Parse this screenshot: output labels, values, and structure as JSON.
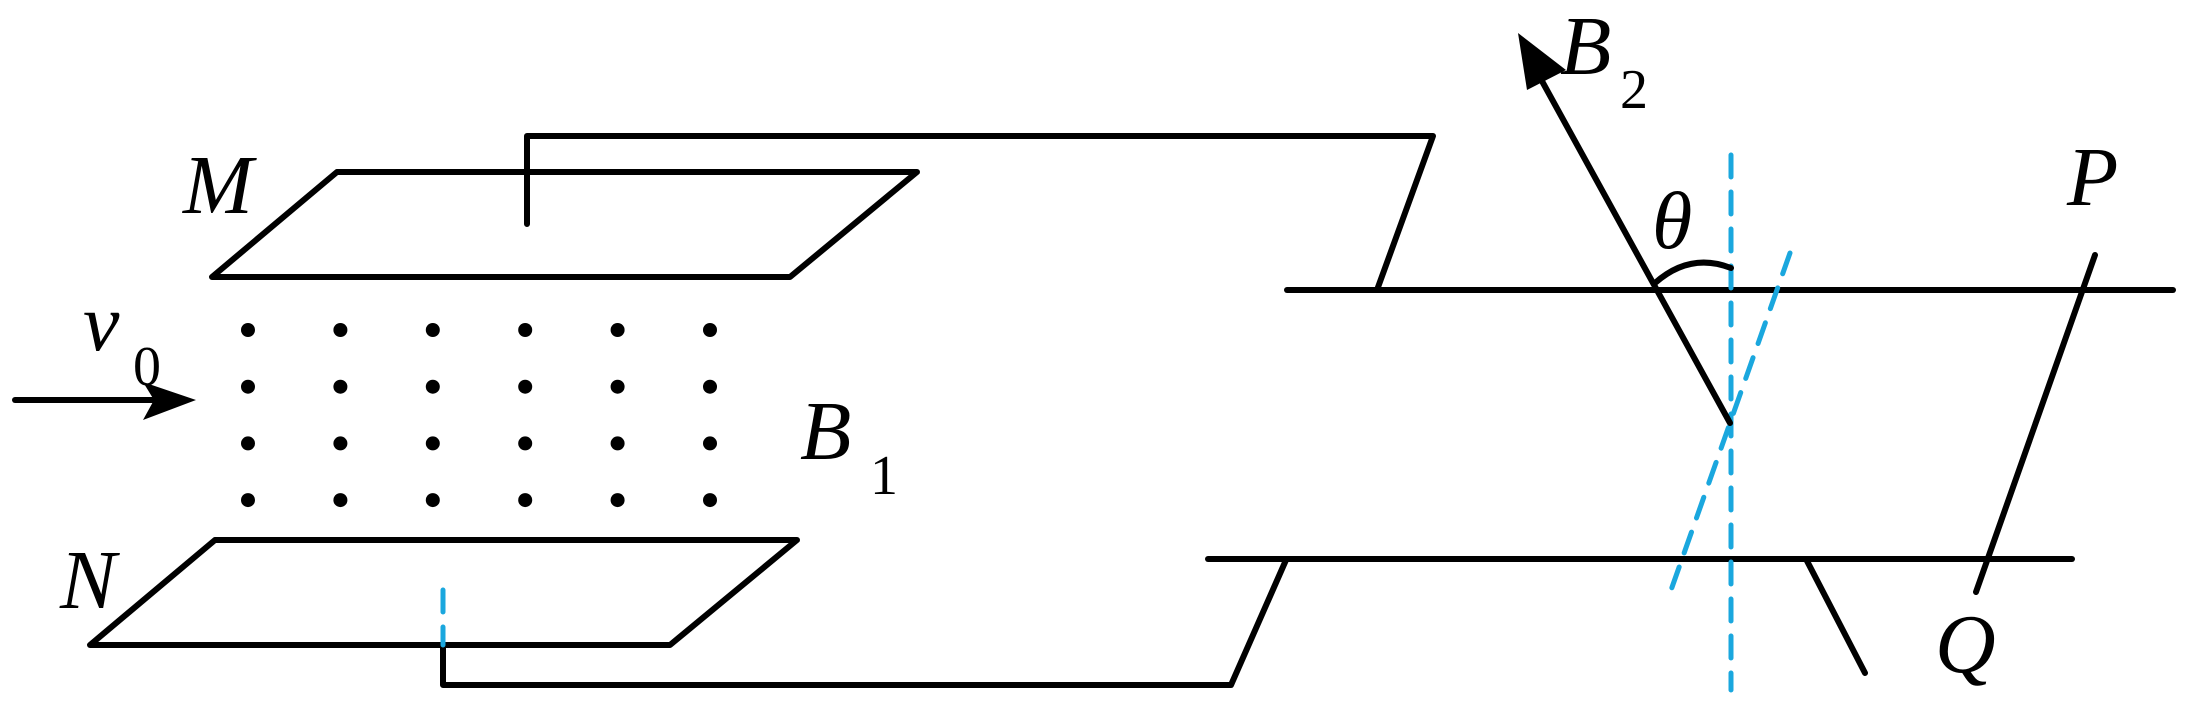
{
  "labels": {
    "plate_top": "M",
    "plate_bottom": "N",
    "velocity": "v",
    "velocity_sub": "0",
    "field1": "B",
    "field1_sub": "1",
    "field2": "B",
    "field2_sub": "2",
    "angle": "θ",
    "point_p": "P",
    "point_q": "Q"
  },
  "field1_dots": {
    "rows": 4,
    "cols": 6
  },
  "colors": {
    "wire": "#000000",
    "dashed_guide": "#1aa7de"
  }
}
